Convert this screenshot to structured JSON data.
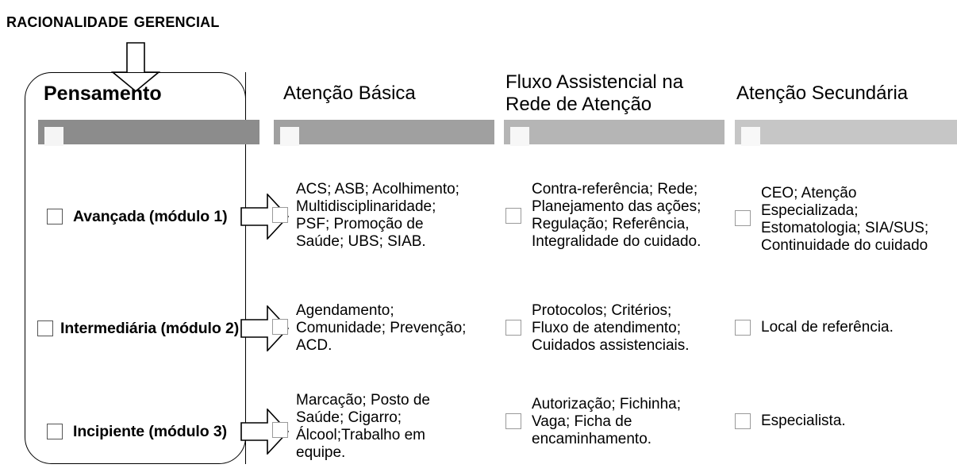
{
  "title": "Racionalidade Gerencial",
  "columns": [
    {
      "id": "pensamento",
      "heading": "Pensamento",
      "bar_color": "#8c8c8c",
      "chip_color": "#f5f5f5"
    },
    {
      "id": "atencao-basica",
      "heading": "Atenção Básica",
      "bar_color": "#a0a0a0",
      "chip_color": "#f7f7f7"
    },
    {
      "id": "fluxo-assistencial",
      "heading": "Fluxo Assistencial na\nRede de Atenção",
      "bar_color": "#b5b5b5",
      "chip_color": "#f7f7f7"
    },
    {
      "id": "atencao-secundaria",
      "heading": "Atenção Secundária",
      "bar_color": "#c6c6c6",
      "chip_color": "#f8f8f8"
    }
  ],
  "rows": [
    {
      "id": "avancada",
      "level": "Avançada (módulo 1)",
      "atencao_basica": "ACS; ASB; Acolhimento;\nMultidisciplinaridade;\nPSF; Promoção de\nSaúde; UBS; SIAB.",
      "fluxo_assistencial": "Contra-referência; Rede;\nPlanejamento das ações;\nRegulação; Referência,\nIntegralidade do cuidado.",
      "atencao_secundaria": "CEO; Atenção\nEspecializada;\nEstomatologia; SIA/SUS;\nContinuidade do cuidado"
    },
    {
      "id": "intermediaria",
      "level": "Intermediária (módulo 2)",
      "atencao_basica": "Agendamento;\nComunidade; Prevenção;\nACD.",
      "fluxo_assistencial": "Protocolos; Critérios;\nFluxo de atendimento;\nCuidados assistenciais.",
      "atencao_secundaria": "Local de referência."
    },
    {
      "id": "incipiente",
      "level": "Incipiente (módulo 3)",
      "atencao_basica": "Marcação; Posto de\nSaúde; Cigarro;\nÁlcool;Trabalho em\nequipe.",
      "fluxo_assistencial": "Autorização; Fichinha;\nVaga; Ficha de\nencaminhamento.",
      "atencao_secundaria": "Especialista."
    }
  ],
  "icons": {
    "down_arrow": "down-arrow",
    "right_arrow": "right-arrow"
  }
}
